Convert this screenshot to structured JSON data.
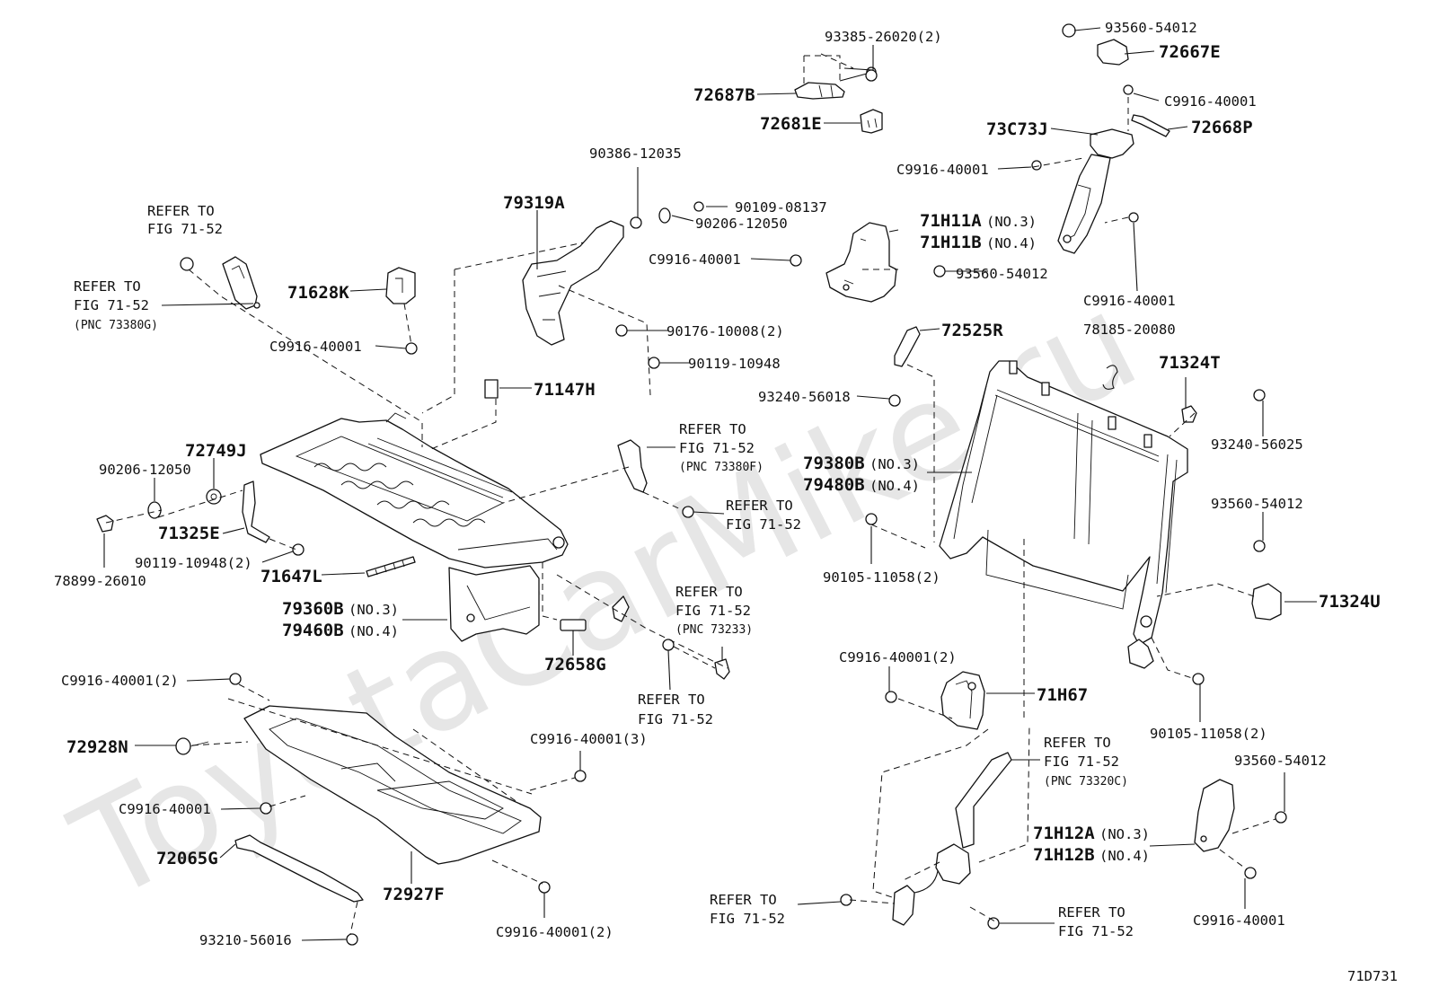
{
  "watermark": "ToyotaCarMike.ru",
  "diagram_code": "71D731",
  "refer_to": "REFER TO",
  "fig_ref": "FIG 71-52",
  "pnc": {
    "a": "(PNC 73380G)",
    "b": "(PNC 73380F)",
    "c": "(PNC 73233)",
    "d": "(PNC 73320C)"
  },
  "no3": "(NO.3)",
  "no4": "(NO.4)",
  "parts": {
    "p93385": "93385-26020(2)",
    "p93560a": "93560-54012",
    "p72667E": "72667E",
    "p72687B": "72687B",
    "p72681E": "72681E",
    "pC9916a": "C9916-40001",
    "p72668P": "72668P",
    "p73C73J": "73C73J",
    "pC9916b": "C9916-40001",
    "p90386": "90386-12035",
    "p79319A": "79319A",
    "p90109": "90109-08137",
    "p90206a": "90206-12050",
    "p71H11A": "71H11A",
    "p71H11B": "71H11B",
    "pC9916c": "C9916-40001",
    "p71628K": "71628K",
    "p93560b": "93560-54012",
    "pC9916d": "C9916-40001",
    "pC9916e": "C9916-40001",
    "p90176": "90176-10008(2)",
    "p72525R": "72525R",
    "p78185": "78185-20080",
    "p90119a": "90119-10948",
    "p71324T": "71324T",
    "p93240a": "93240-56018",
    "p71147H": "71147H",
    "p93240b": "93240-56025",
    "p72749J": "72749J",
    "p79380B": "79380B",
    "p79480B": "79480B",
    "p90206b": "90206-12050",
    "p93560c": "93560-54012",
    "p71325E": "71325E",
    "p90105a": "90105-11058(2)",
    "p78899": "78899-26010",
    "p90119b": "90119-10948(2)",
    "p71647L": "71647L",
    "p71324U": "71324U",
    "p79360B": "79360B",
    "p79460B": "79460B",
    "p72658G": "72658G",
    "pC9916f": "C9916-40001(2)",
    "pC9916g": "C9916-40001(2)",
    "p71H67": "71H67",
    "p90105b": "90105-11058(2)",
    "p72928N": "72928N",
    "pC9916h": "C9916-40001(3)",
    "p93560d": "93560-54012",
    "pC9916i": "C9916-40001",
    "p71H12A": "71H12A",
    "p71H12B": "71H12B",
    "p72065G": "72065G",
    "p72927F": "72927F",
    "pC9916j": "C9916-40001",
    "pC9916k": "C9916-40001(2)",
    "p93210": "93210-56016"
  }
}
